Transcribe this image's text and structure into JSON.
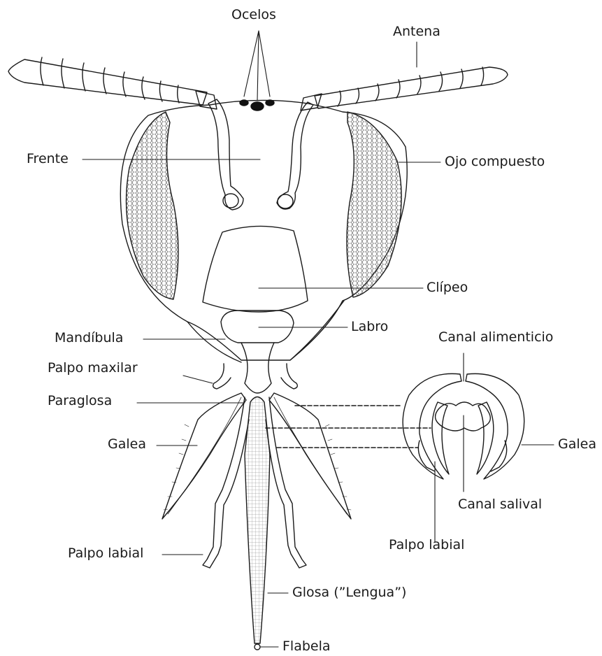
{
  "labels": {
    "ocelos": "Ocelos",
    "antena": "Antena",
    "frente": "Frente",
    "ojo_compuesto": "Ojo compuesto",
    "clipeo": "Clípeo",
    "labro": "Labro",
    "mandibula": "Mandíbula",
    "palpo_maxilar": "Palpo maxilar",
    "paraglosa": "Paraglosa",
    "galea_left": "Galea",
    "palpo_labial_left": "Palpo labial",
    "glosa": "Glosa (”Lengua”)",
    "flabela": "Flabela",
    "canal_alimenticio": "Canal alimenticio",
    "galea_right": "Galea",
    "canal_salival": "Canal salival",
    "palpo_labial_right": "Palpo labial"
  },
  "colors": {
    "ink": "#1a1a1a",
    "background": "#ffffff"
  }
}
